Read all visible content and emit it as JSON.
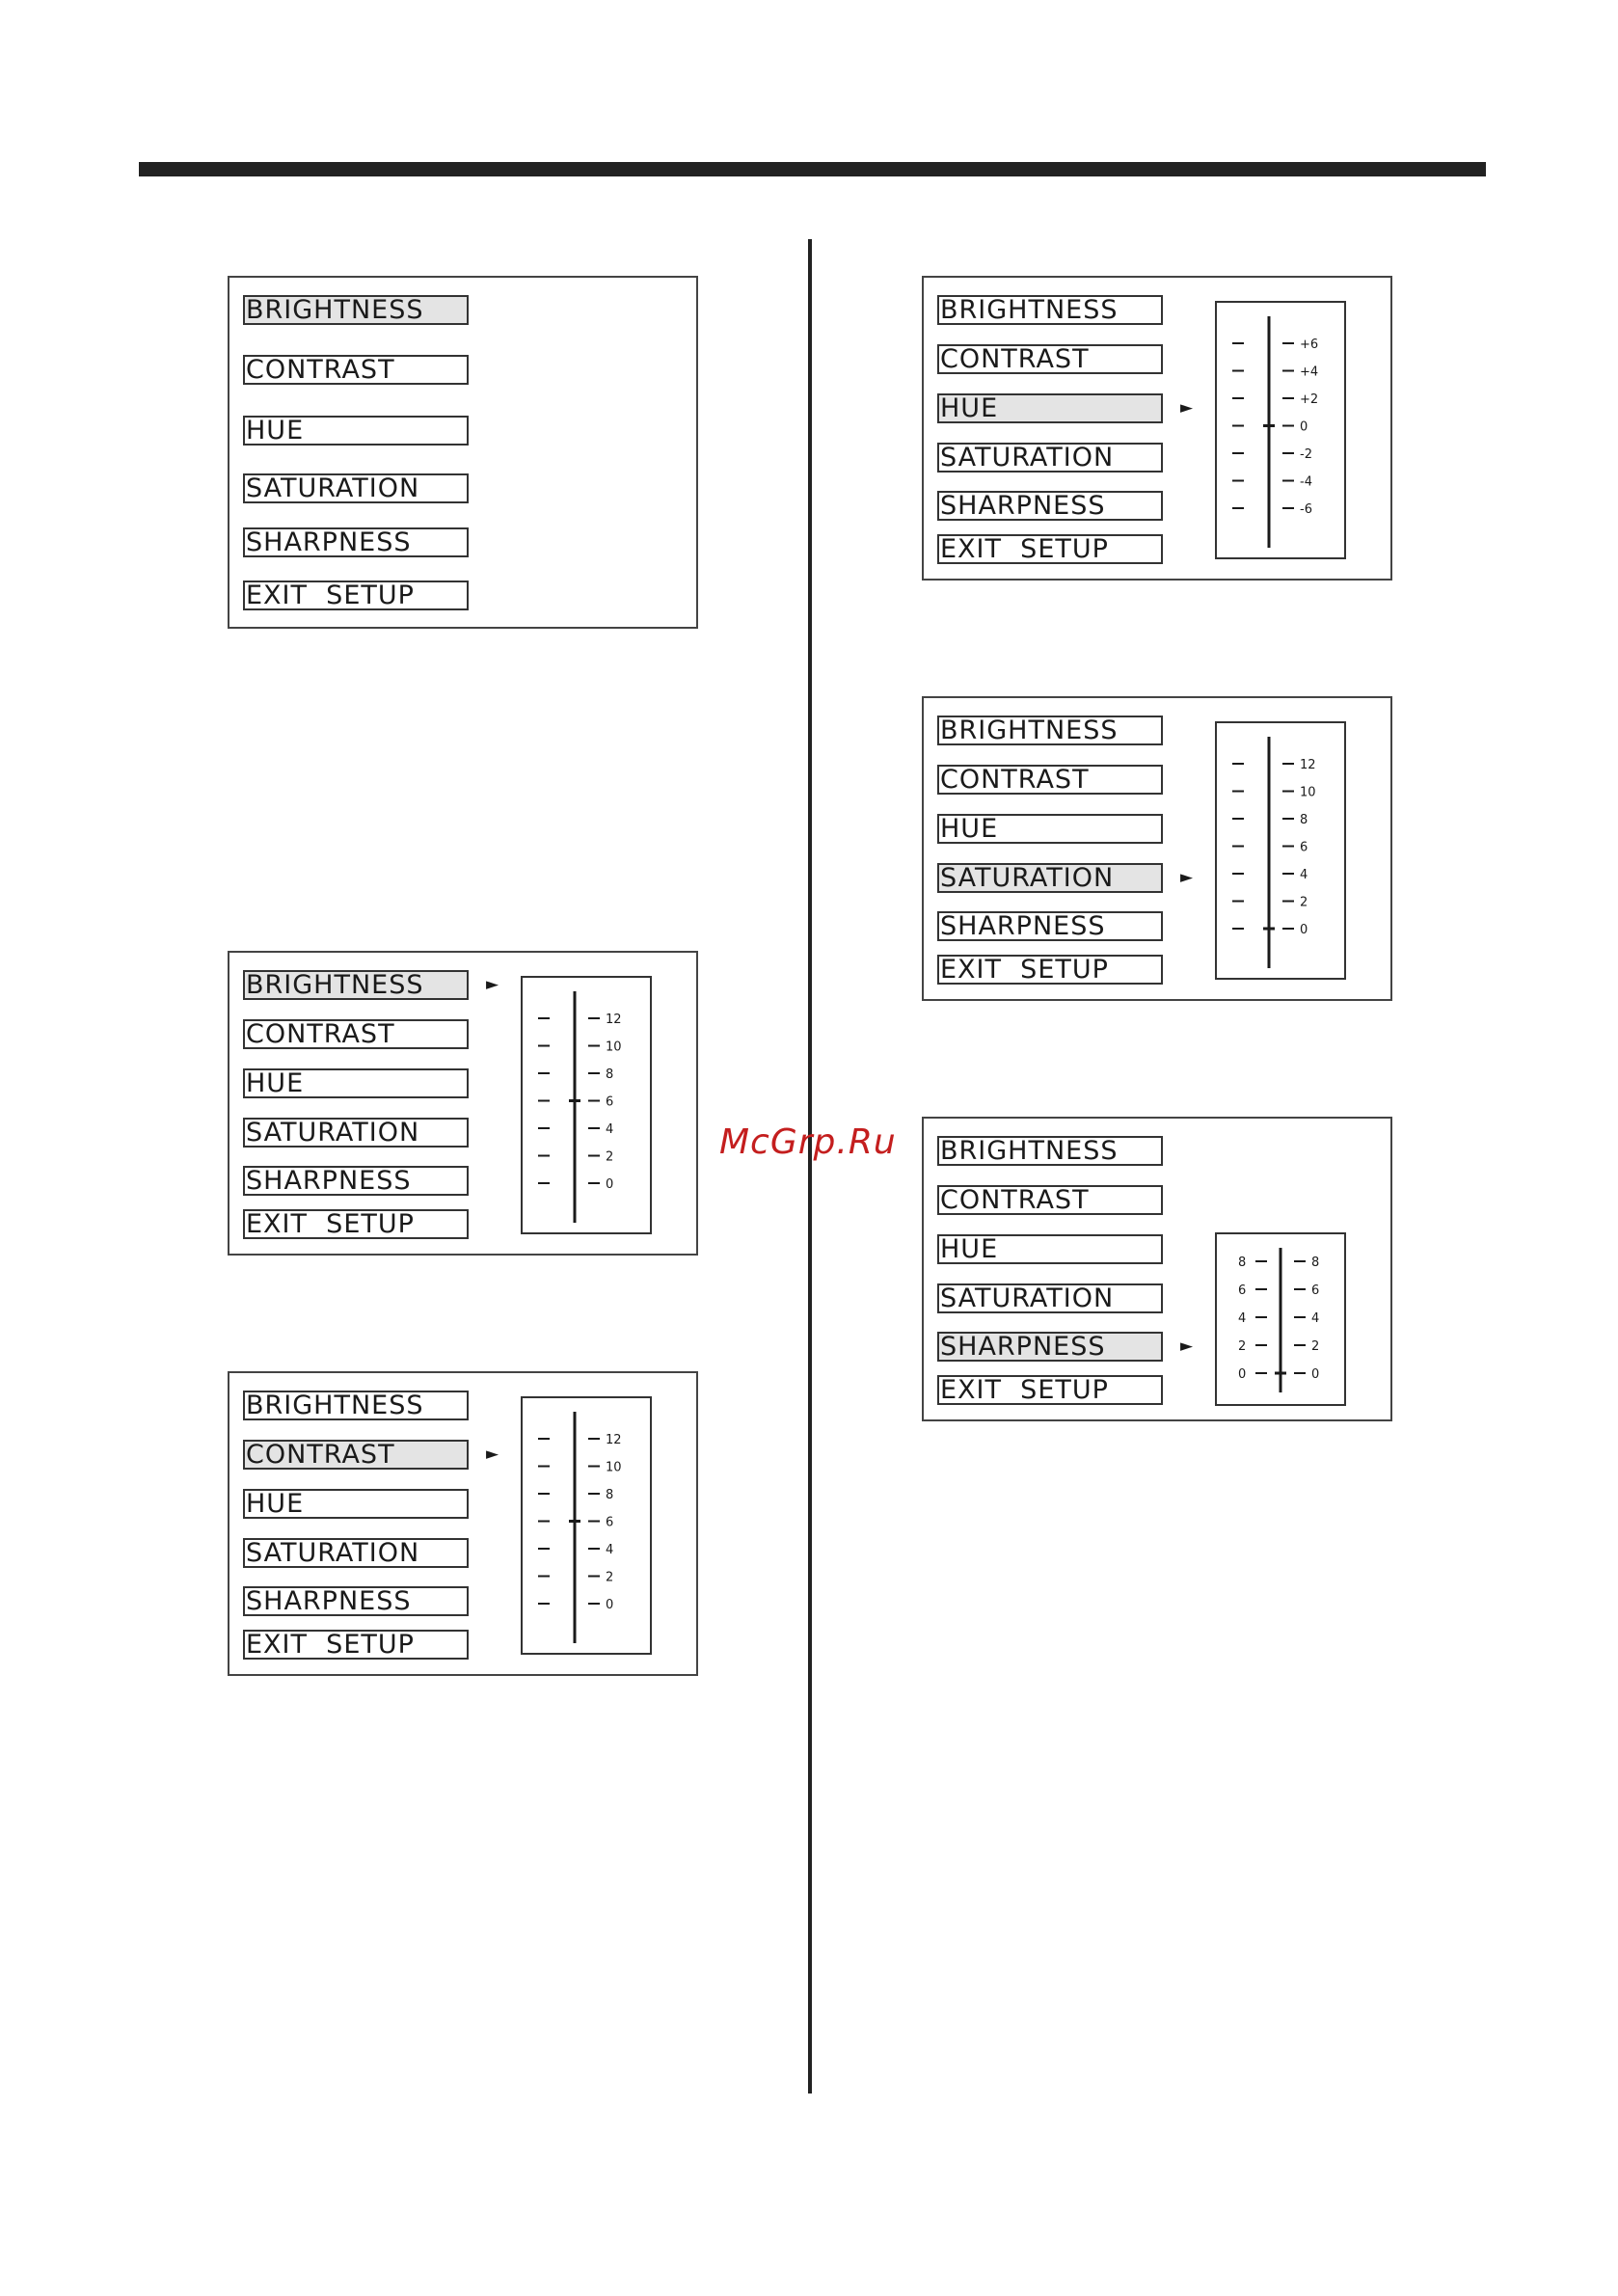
{
  "watermark": "McGrp.Ru",
  "panels": [
    {
      "id": "main-menu",
      "items": [
        "BRIGHTNESS",
        "CONTRAST",
        "HUE",
        "SATURATION",
        "SHARPNESS",
        "EXIT  SETUP"
      ],
      "highlighted": "BRIGHTNESS",
      "arrow": "",
      "scale": null
    },
    {
      "id": "brightness",
      "items": [
        "BRIGHTNESS",
        "CONTRAST",
        "HUE",
        "SATURATION",
        "SHARPNESS",
        "EXIT  SETUP"
      ],
      "highlighted": "BRIGHTNESS",
      "arrow": "►",
      "scale": {
        "type": "one-sided",
        "labels": [
          "12",
          "10",
          "8",
          "6",
          "4",
          "2",
          "0"
        ],
        "level": "6"
      }
    },
    {
      "id": "contrast",
      "items": [
        "BRIGHTNESS",
        "CONTRAST",
        "HUE",
        "SATURATION",
        "SHARPNESS",
        "EXIT  SETUP"
      ],
      "highlighted": "CONTRAST",
      "arrow": "►",
      "scale": {
        "type": "one-sided",
        "labels": [
          "12",
          "10",
          "8",
          "6",
          "4",
          "2",
          "0"
        ],
        "level": "6"
      }
    },
    {
      "id": "hue",
      "items": [
        "BRIGHTNESS",
        "CONTRAST",
        "HUE",
        "SATURATION",
        "SHARPNESS",
        "EXIT  SETUP"
      ],
      "highlighted": "HUE",
      "arrow": "►",
      "scale": {
        "type": "one-sided",
        "labels": [
          "+6",
          "+4",
          "+2",
          "0",
          "-2",
          "-4",
          "-6"
        ],
        "level": "0"
      }
    },
    {
      "id": "saturation",
      "items": [
        "BRIGHTNESS",
        "CONTRAST",
        "HUE",
        "SATURATION",
        "SHARPNESS",
        "EXIT  SETUP"
      ],
      "highlighted": "SATURATION",
      "arrow": "►",
      "scale": {
        "type": "one-sided",
        "labels": [
          "12",
          "10",
          "8",
          "6",
          "4",
          "2",
          "0"
        ],
        "level": "0"
      }
    },
    {
      "id": "sharpness",
      "items": [
        "BRIGHTNESS",
        "CONTRAST",
        "HUE",
        "SATURATION",
        "SHARPNESS",
        "EXIT  SETUP"
      ],
      "highlighted": "SHARPNESS",
      "arrow": "►",
      "scale": {
        "type": "two-sided",
        "labels": [
          "8",
          "6",
          "4",
          "2",
          "0"
        ],
        "level": "0"
      }
    }
  ]
}
